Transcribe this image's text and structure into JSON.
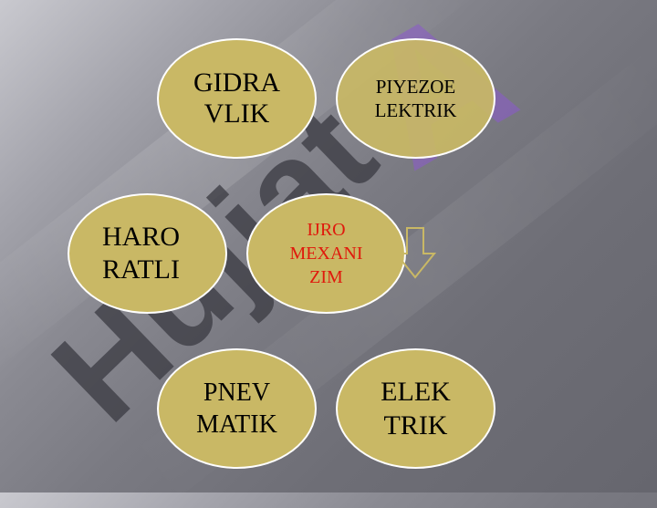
{
  "colors": {
    "oval_fill": "#c9b865",
    "oval_border": "#ffffff",
    "center_text": "#e0190c",
    "watermark_letters": "#3c3c44",
    "watermark_logo": "#8a5cc8"
  },
  "nodes": {
    "gidravlik": "GIDRA\nVLIK",
    "piyezoelektrik": "PIYEZOE\nLEKTRIK",
    "haroratli": "HARO\nRATLI",
    "ijro_mexanizim": "IJRO\nMEXANI\nZIM",
    "pnevmatik": "PNEV\nMATIK",
    "elektrik": "ELEK\nTRIK"
  },
  "arrow": {
    "icon": "down-arrow-icon",
    "color": "#c9b865"
  },
  "watermark": {
    "text": "Hujjat",
    "logo": "A"
  }
}
